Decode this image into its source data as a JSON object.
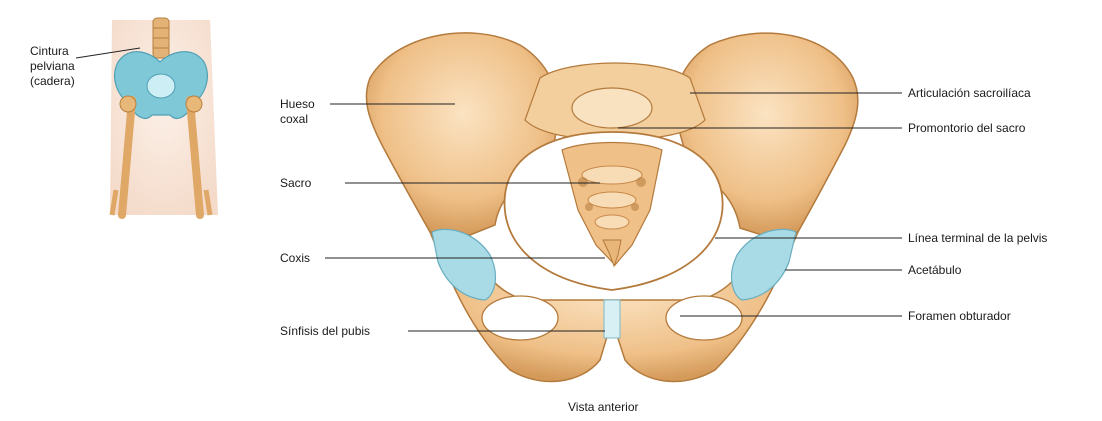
{
  "inset": {
    "label": "Cintura\npelviana\n(cadera)"
  },
  "labels_left": {
    "hueso_coxal": "Hueso\ncoxal",
    "sacro": "Sacro",
    "coxis": "Coxis",
    "sinfisis": "Sínfisis del pubis"
  },
  "labels_right": {
    "articulacion": "Articulación sacroilíaca",
    "promontorio": "Promontorio del sacro",
    "linea_terminal": "Línea terminal de la pelvis",
    "acetabulo": "Acetábulo",
    "foramen": "Foramen obturador"
  },
  "caption": "Vista anterior",
  "colors": {
    "bone": "#f0c48e",
    "bone_dark": "#c98a4c",
    "bone_light": "#f8dcb5",
    "cartilage": "#a9dbe6",
    "inset_bone": "#7fc8d8",
    "skin": "#f6e2d4"
  }
}
